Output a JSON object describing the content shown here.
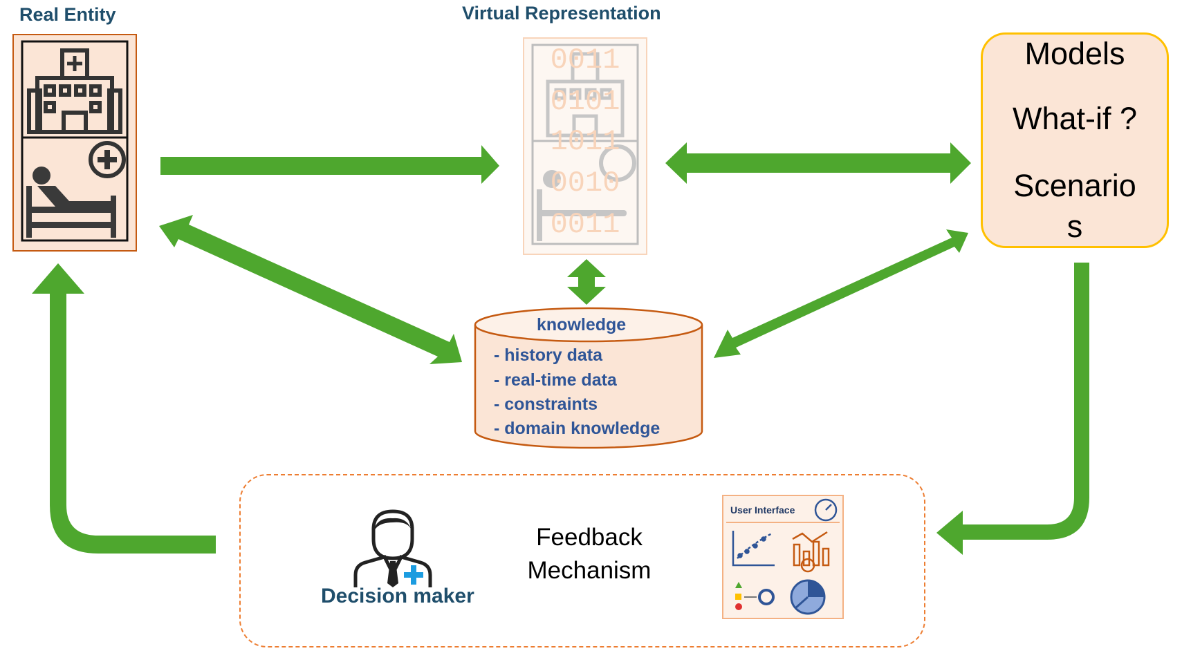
{
  "titles": {
    "real_entity": "Real Entity",
    "virtual_representation": "Virtual Representation"
  },
  "models": {
    "line1": "Models",
    "line2": "What-if ?",
    "line3": "Scenario",
    "line4": "s"
  },
  "knowledge": {
    "title": "knowledge",
    "items": [
      "- history data",
      "- real-time data",
      "- constraints",
      "- domain  knowledge"
    ]
  },
  "feedback": {
    "line1": "Feedback",
    "line2": "Mechanism",
    "decision_maker": "Decision maker",
    "ui_title": "User Interface"
  },
  "binary": [
    "0011",
    "0101",
    "1011",
    "0010",
    "0011"
  ],
  "colors": {
    "arrow_green": "#4ea72e",
    "title_blue": "#1f4e6b",
    "knowledge_blue": "#2f5597",
    "peach": "#fbe5d6",
    "orange_border": "#c55a11",
    "models_border": "#ffc000"
  },
  "icons": [
    "hospital-icon",
    "patient-bed-icon",
    "medical-cross-icon",
    "database-icon",
    "decision-maker-icon",
    "dashboard-icon"
  ]
}
